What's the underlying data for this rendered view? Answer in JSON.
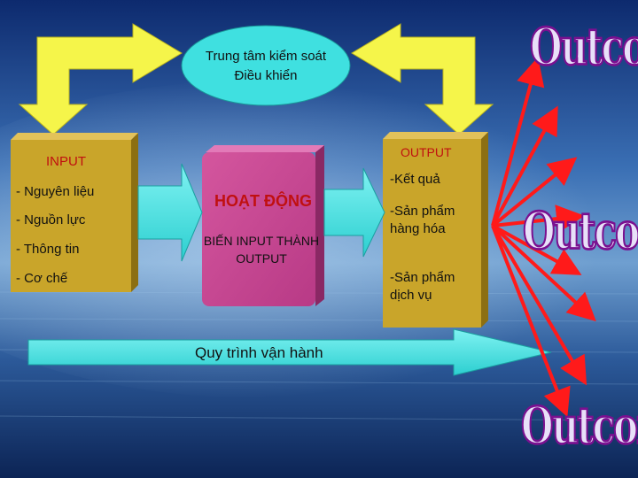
{
  "control_center": {
    "line1": "Trung tâm kiểm soát",
    "line2": "Điều khiển"
  },
  "input_box": {
    "title": "INPUT",
    "items": [
      "- Nguyên liệu",
      "- Nguồn lực",
      "- Thông tin",
      "- Cơ chế"
    ]
  },
  "activity_box": {
    "title": "HOẠT ĐỘNG",
    "subtitle": "BIẾN INPUT THÀNH OUTPUT"
  },
  "output_box": {
    "title": "OUTPUT",
    "items": [
      "-Kết quả",
      "-Sản phẩm hàng hóa",
      "-Sản phẩm dịch vụ"
    ]
  },
  "process": {
    "label": "Quy trình vận hành"
  },
  "outcomes": [
    "Outcome",
    "Outcome",
    "Outcome"
  ],
  "colors": {
    "input_box": "#c9a52a",
    "output_box": "#c9a52a",
    "activity_box": "#cc4d99",
    "arrow_cyan": "#40e0e0",
    "arrow_yellow": "#f5f54a",
    "outcome_arrows": "#ff1a1a",
    "control_ellipse": "#3fe0e0"
  }
}
